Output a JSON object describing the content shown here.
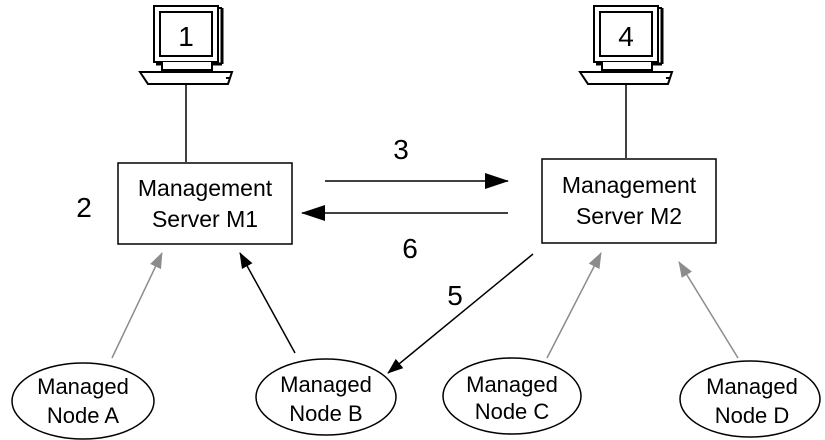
{
  "terminals": [
    {
      "label": "1"
    },
    {
      "label": "4"
    }
  ],
  "servers": [
    {
      "line1": "Management",
      "line2": "Server M1"
    },
    {
      "line1": "Management",
      "line2": "Server M2"
    }
  ],
  "nodes": [
    {
      "line1": "Managed",
      "line2": "Node A"
    },
    {
      "line1": "Managed",
      "line2": "Node B"
    },
    {
      "line1": "Managed",
      "line2": "Node C"
    },
    {
      "line1": "Managed",
      "line2": "Node D"
    }
  ],
  "step_labels": {
    "s2": "2",
    "s3": "3",
    "s5": "5",
    "s6": "6"
  },
  "colors": {
    "active_arrow": "#000000",
    "passive_arrow": "#8c8c8c"
  }
}
